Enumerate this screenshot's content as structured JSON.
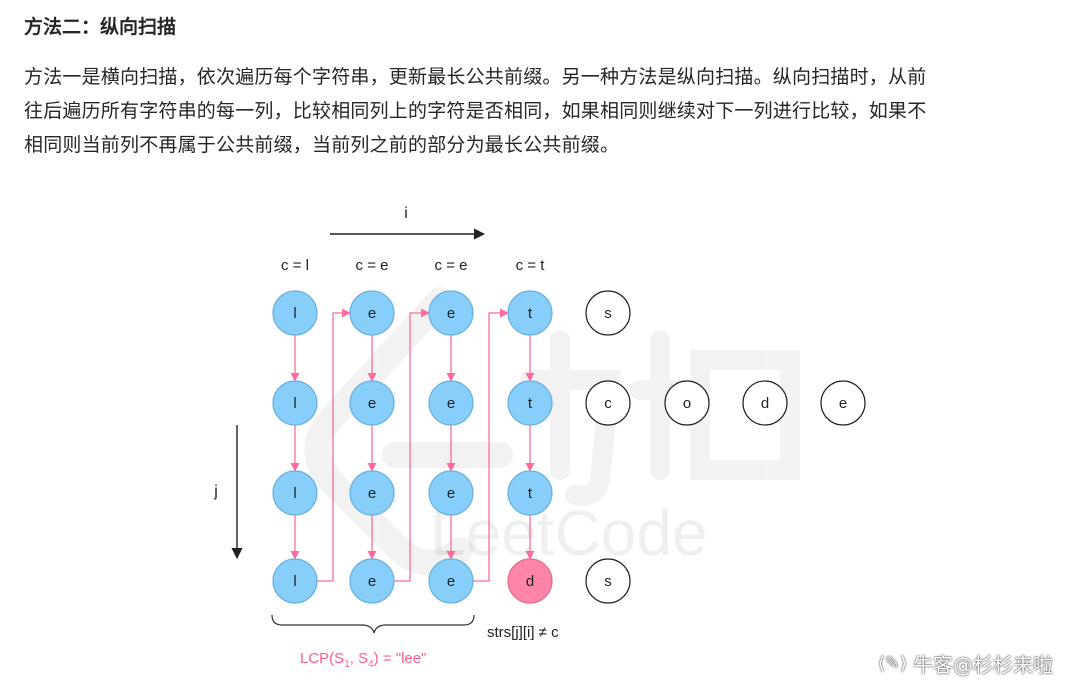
{
  "heading": "方法二：纵向扫描",
  "paragraph_lines": [
    "方法一是横向扫描，依次遍历每个字符串，更新最长公共前缀。另一种方法是纵向扫描。纵向扫描时，从前",
    "往后遍历所有字符串的每一列，比较相同列上的字符是否相同，如果相同则继续对下一列进行比较，如果不",
    "相同则当前列不再属于公共前缀，当前列之前的部分为最长公共前缀。"
  ],
  "diagram": {
    "i_label": "i",
    "j_label": "j",
    "column_labels": [
      "c = l",
      "c = e",
      "c = e",
      "c = t"
    ],
    "rows": [
      [
        "l",
        "e",
        "e",
        "t",
        "s"
      ],
      [
        "l",
        "e",
        "e",
        "t",
        "c",
        "o",
        "d",
        "e"
      ],
      [
        "l",
        "e",
        "e",
        "t"
      ],
      [
        "l",
        "e",
        "e",
        "d",
        "s"
      ]
    ],
    "mismatch_label": "strs[j][i] ≠ c",
    "lcp_label": {
      "prefix": "LCP(S",
      "sub1": "1",
      "mid": ", S",
      "sub2": "4",
      "suffix": ") = \"lee\""
    },
    "background_watermark": "LeetCode",
    "colors": {
      "match_fill": "#87cefa",
      "match_stroke": "#6ab0e0",
      "mismatch_fill": "#ff85a8",
      "mismatch_stroke": "#e56b8e",
      "arrow": "#ff6b9e",
      "lcp_text": "#ff5c8d"
    }
  },
  "watermark": {
    "icon": "nowcoder-icon",
    "text": "牛客@杉杉来啦"
  }
}
